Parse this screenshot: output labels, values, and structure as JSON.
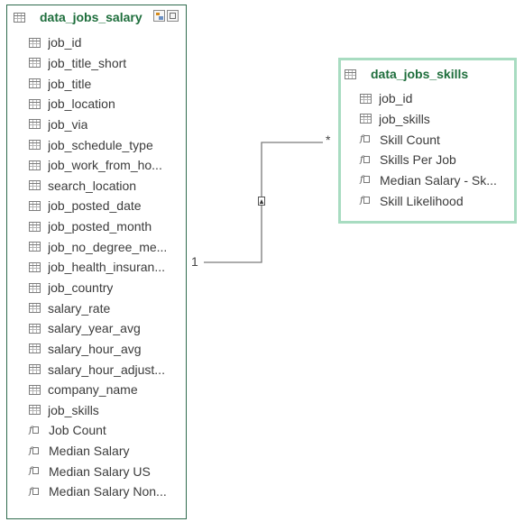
{
  "tables": [
    {
      "title": "data_jobs_salary",
      "fields": [
        {
          "label": "job_id",
          "kind": "column"
        },
        {
          "label": "job_title_short",
          "kind": "column"
        },
        {
          "label": "job_title",
          "kind": "column"
        },
        {
          "label": "job_location",
          "kind": "column"
        },
        {
          "label": "job_via",
          "kind": "column"
        },
        {
          "label": "job_schedule_type",
          "kind": "column"
        },
        {
          "label": "job_work_from_ho...",
          "kind": "column"
        },
        {
          "label": "search_location",
          "kind": "column"
        },
        {
          "label": "job_posted_date",
          "kind": "column"
        },
        {
          "label": "job_posted_month",
          "kind": "column"
        },
        {
          "label": "job_no_degree_me...",
          "kind": "column"
        },
        {
          "label": "job_health_insuran...",
          "kind": "column"
        },
        {
          "label": "job_country",
          "kind": "column"
        },
        {
          "label": "salary_rate",
          "kind": "column"
        },
        {
          "label": "salary_year_avg",
          "kind": "column"
        },
        {
          "label": "salary_hour_avg",
          "kind": "column"
        },
        {
          "label": "salary_hour_adjust...",
          "kind": "column"
        },
        {
          "label": "company_name",
          "kind": "column"
        },
        {
          "label": "job_skills",
          "kind": "column"
        },
        {
          "label": "Job Count",
          "kind": "measure"
        },
        {
          "label": "Median Salary",
          "kind": "measure"
        },
        {
          "label": "Median Salary US",
          "kind": "measure"
        },
        {
          "label": "Median Salary Non...",
          "kind": "measure"
        }
      ]
    },
    {
      "title": "data_jobs_skills",
      "fields": [
        {
          "label": "job_id",
          "kind": "column"
        },
        {
          "label": "job_skills",
          "kind": "column"
        },
        {
          "label": "Skill Count",
          "kind": "measure"
        },
        {
          "label": "Skills Per Job",
          "kind": "measure"
        },
        {
          "label": "Median Salary - Sk...",
          "kind": "measure"
        },
        {
          "label": "Skill Likelihood",
          "kind": "measure"
        }
      ]
    }
  ],
  "relationship": {
    "one_side": "1",
    "many_side": "*"
  },
  "colors": {
    "title": "#1e6e3c",
    "selected_border": "#a8dcc1",
    "card_border": "#2f6b4d",
    "connector": "#7a7a7a"
  },
  "icons": {
    "column": "table-column-icon",
    "measure": "measure-fx-icon"
  }
}
